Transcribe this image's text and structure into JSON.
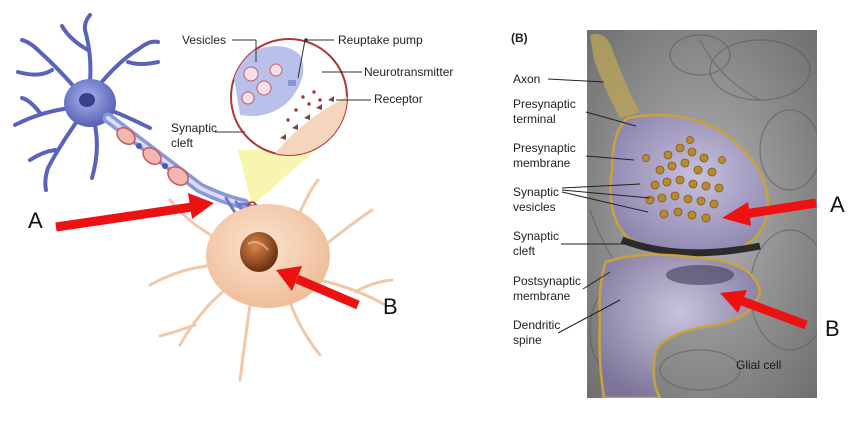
{
  "left_panel": {
    "labels": {
      "vesicles": "Vesicles",
      "reuptake_pump": "Reuptake pump",
      "neurotransmitter": "Neurotransmitter",
      "receptor": "Receptor",
      "synaptic_cleft_line1": "Synaptic",
      "synaptic_cleft_line2": "cleft"
    },
    "marker_a": "A",
    "marker_b": "B"
  },
  "right_panel": {
    "panel_tag": "(B)",
    "labels": {
      "axon": "Axon",
      "presynaptic_terminal_1": "Presynaptic",
      "presynaptic_terminal_2": "terminal",
      "presynaptic_membrane_1": "Presynaptic",
      "presynaptic_membrane_2": "membrane",
      "synaptic_vesicles_1": "Synaptic",
      "synaptic_vesicles_2": "vesicles",
      "synaptic_cleft_1": "Synaptic",
      "synaptic_cleft_2": "cleft",
      "postsynaptic_membrane_1": "Postsynaptic",
      "postsynaptic_membrane_2": "membrane",
      "dendritic_spine_1": "Dendritic",
      "dendritic_spine_2": "spine",
      "glial_cell": "Glial cell"
    },
    "marker_a": "A",
    "marker_b": "B"
  },
  "colors": {
    "arrow": "#ee1111",
    "neuron_blue": "#6f78c8",
    "cell_body": "#f6d3b8",
    "nucleus": "#a0522d",
    "micrograph_bg": "#9a9a9a",
    "vesicle_gold": "#b88a2e",
    "membrane_outline": "#c9a23a"
  }
}
